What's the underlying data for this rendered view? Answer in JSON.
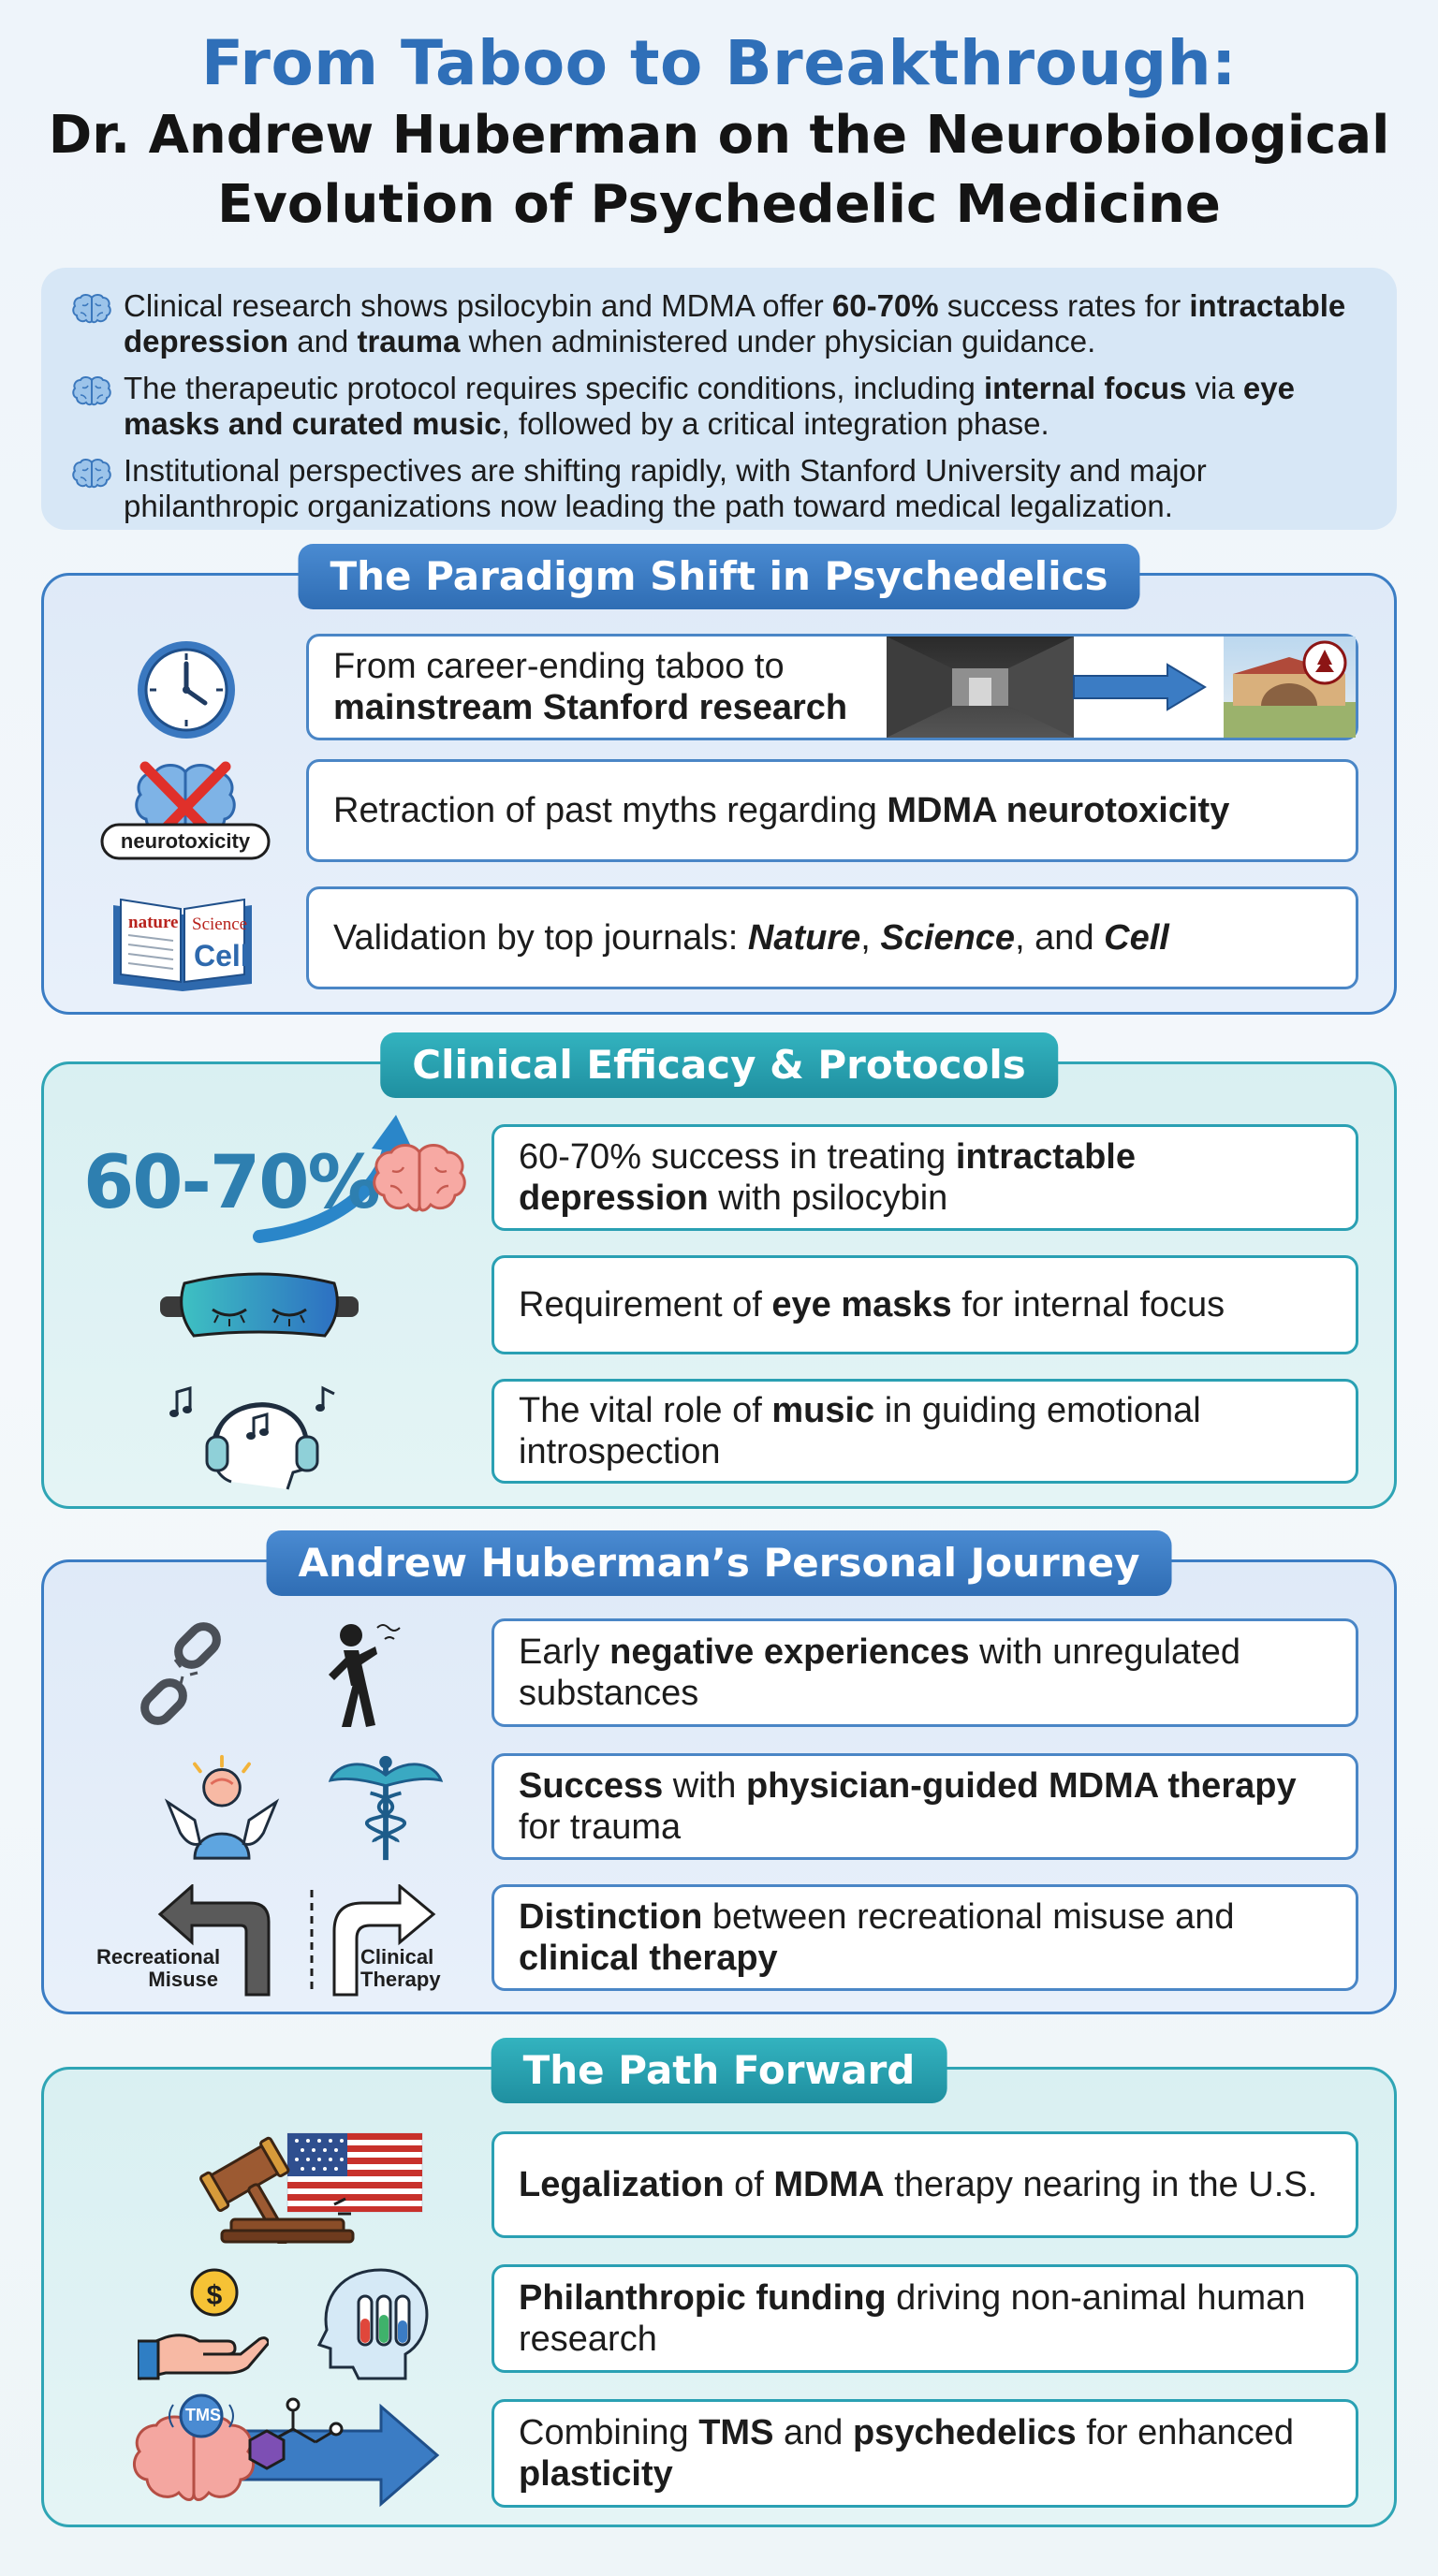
{
  "header": {
    "title": "From Taboo to Breakthrough:",
    "subtitle_line1": "Dr. Andrew Huberman on the Neurobiological",
    "subtitle_line2": "Evolution of Psychedelic Medicine"
  },
  "summary": [
    {
      "parts": [
        {
          "t": "Clinical research shows psilocybin and MDMA offer "
        },
        {
          "t": "60-70%",
          "b": true
        },
        {
          "t": " success rates for "
        },
        {
          "t": "intractable depression",
          "b": true
        },
        {
          "t": " and "
        },
        {
          "t": "trauma",
          "b": true
        },
        {
          "t": " when administered under physician guidance."
        }
      ]
    },
    {
      "parts": [
        {
          "t": "The therapeutic protocol requires specific conditions, including "
        },
        {
          "t": "internal focus",
          "b": true
        },
        {
          "t": " via "
        },
        {
          "t": "eye masks and curated music",
          "b": true
        },
        {
          "t": ", followed by a critical integration phase."
        }
      ]
    },
    {
      "parts": [
        {
          "t": "Institutional perspectives are shifting rapidly, with Stanford University and major philanthropic organizations now leading the path toward medical legalization."
        }
      ]
    }
  ],
  "sections": [
    {
      "title": "The Paradigm Shift in Psychedelics",
      "cards": [
        {
          "parts": [
            {
              "t": "From career-ending taboo to "
            },
            {
              "t": "mainstream Stanford research",
              "b": true
            }
          ]
        },
        {
          "parts": [
            {
              "t": "Retraction of past myths regarding "
            },
            {
              "t": "MDMA neurotoxicity",
              "b": true
            }
          ]
        },
        {
          "parts": [
            {
              "t": "Validation by top journals: "
            },
            {
              "t": "Nature",
              "b": true,
              "i": true
            },
            {
              "t": ", "
            },
            {
              "t": "Science",
              "b": true,
              "i": true
            },
            {
              "t": ", and "
            },
            {
              "t": "Cell",
              "b": true,
              "i": true
            }
          ]
        }
      ],
      "icon_labels": {
        "neurotoxicity": "neurotoxicity",
        "journal_nature": "nature",
        "journal_science": "Science",
        "journal_cell": "Cell"
      }
    },
    {
      "title": "Clinical Efficacy & Protocols",
      "stat": "60-70%",
      "cards": [
        {
          "parts": [
            {
              "t": "60-70% success in treating "
            },
            {
              "t": "intractable depression",
              "b": true
            },
            {
              "t": " with psilocybin"
            }
          ]
        },
        {
          "parts": [
            {
              "t": "Requirement of "
            },
            {
              "t": "eye masks",
              "b": true
            },
            {
              "t": " for internal focus"
            }
          ]
        },
        {
          "parts": [
            {
              "t": "The vital role of "
            },
            {
              "t": "music",
              "b": true
            },
            {
              "t": " in guiding emotional introspection"
            }
          ]
        }
      ]
    },
    {
      "title": "Andrew Huberman’s Personal Journey",
      "cards": [
        {
          "parts": [
            {
              "t": "Early "
            },
            {
              "t": "negative experiences",
              "b": true
            },
            {
              "t": " with unregulated substances"
            }
          ]
        },
        {
          "parts": [
            {
              "t": "Success",
              "b": true
            },
            {
              "t": " with "
            },
            {
              "t": "physician-guided MDMA therapy",
              "b": true
            },
            {
              "t": " for trauma"
            }
          ]
        },
        {
          "parts": [
            {
              "t": "Distinction",
              "b": true
            },
            {
              "t": " between recreational misuse and "
            },
            {
              "t": "clinical therapy",
              "b": true
            }
          ]
        }
      ],
      "icon_labels": {
        "recreational_line1": "Recreational",
        "recreational_line2": "Misuse",
        "clinical_line1": "Clinical",
        "clinical_line2": "Therapy"
      }
    },
    {
      "title": "The Path Forward",
      "cards": [
        {
          "parts": [
            {
              "t": "Legalization",
              "b": true
            },
            {
              "t": " of "
            },
            {
              "t": "MDMA",
              "b": true
            },
            {
              "t": " therapy nearing in the U.S."
            }
          ]
        },
        {
          "parts": [
            {
              "t": "Philanthropic funding",
              "b": true
            },
            {
              "t": " driving non-animal human research"
            }
          ]
        },
        {
          "parts": [
            {
              "t": "Combining "
            },
            {
              "t": "TMS",
              "b": true
            },
            {
              "t": " and "
            },
            {
              "t": "psychedelics",
              "b": true
            },
            {
              "t": " for enhanced "
            },
            {
              "t": "plasticity",
              "b": true
            }
          ]
        }
      ],
      "icon_labels": {
        "tms": "TMS",
        "dollar": "$"
      }
    }
  ],
  "colors": {
    "title_blue": "#2f6fb8",
    "section_blue": "#2f6db4",
    "section_teal": "#1f8fa0",
    "summary_bg": "#d7e7f6"
  }
}
